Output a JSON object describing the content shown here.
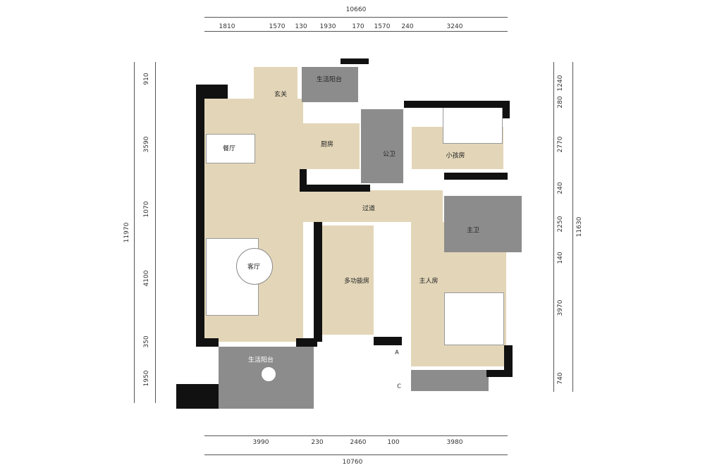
{
  "dims": {
    "top": {
      "total": "10660",
      "segments": [
        "1810",
        "1570",
        "130",
        "1930",
        "170",
        "1570",
        "240",
        "3240"
      ]
    },
    "left": {
      "total": "11970",
      "segments": [
        "910",
        "3590",
        "1070",
        "4100",
        "350",
        "1950"
      ]
    },
    "right": {
      "total": "11630",
      "segments": [
        "1240",
        "280",
        "2770",
        "240",
        "2250",
        "140",
        "3970",
        "740"
      ]
    },
    "bottom": {
      "total": "10760",
      "segments": [
        "3990",
        "230",
        "2460",
        "100",
        "3980"
      ]
    }
  },
  "rooms": {
    "entry": "玄关",
    "balcony_top": "生活阳台",
    "dining": "餐厅",
    "kitchen": "厨房",
    "public_bath": "公卫",
    "kids_room": "小孩房",
    "corridor": "过道",
    "master_bath": "主卫",
    "living": "客厅",
    "multi_room": "多功能房",
    "master_room": "主人房",
    "balcony_bottom": "生活阳台"
  },
  "markers": {
    "a": "A",
    "c": "C"
  }
}
